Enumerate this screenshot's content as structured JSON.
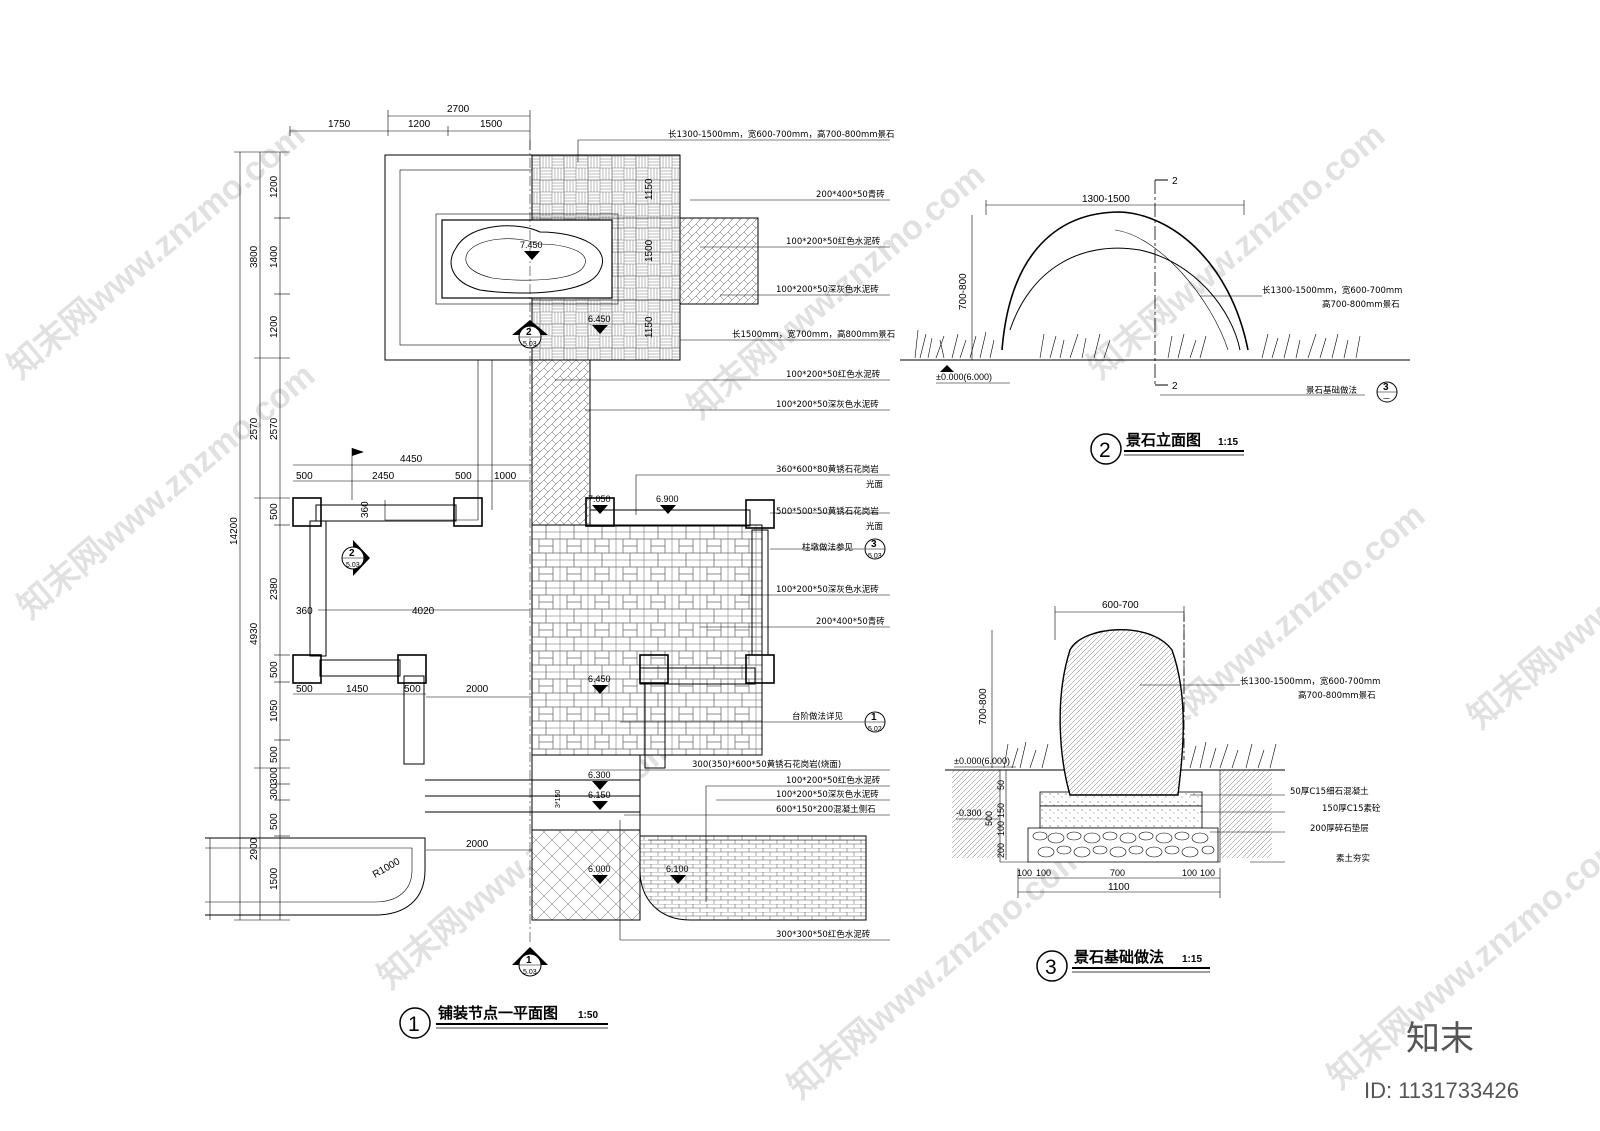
{
  "plan": {
    "dims_top": [
      "2700",
      "1750",
      "1200",
      "1500"
    ],
    "dims_left_outer": [
      "14200"
    ],
    "dims_left_mid": [
      "3800",
      "2570",
      "4930",
      "2900"
    ],
    "dims_left_inner": [
      "1200",
      "1400",
      "1200",
      "2570",
      "500",
      "2380",
      "500",
      "1050",
      "500",
      "300",
      "300",
      "500",
      "1500"
    ],
    "dims_inner": {
      "d4450": "4450",
      "d500a": "500",
      "d2450": "2450",
      "d500b": "500",
      "d1000": "1000",
      "d360a": "360",
      "d360b": "360",
      "d4020": "4020",
      "d500c": "500",
      "d1450": "1450",
      "d500d": "500",
      "d2000a": "2000",
      "d2000b": "2000",
      "d1150a": "1150",
      "d1500": "1500",
      "d1150b": "1150",
      "r1000": "R1000",
      "d3": "3*150"
    },
    "levels": [
      "7.450",
      "6.450",
      "7.050",
      "6.900",
      "6.450",
      "6.300",
      "6.150",
      "6.000",
      "6.100"
    ],
    "notes": [
      "长1300-1500mm，宽600-700mm，高700-800mm景石",
      "200*400*50青砖",
      "100*200*50红色水泥砖",
      "100*200*50深灰色水泥砖",
      "长1500mm，宽700mm，高800mm景石",
      "100*200*50红色水泥砖",
      "100*200*50深灰色水泥砖",
      "360*600*80黄锈石花岗岩",
      "光面",
      "500*500*50黄锈石花岗岩",
      "光面",
      "柱墩做法参见",
      "100*200*50深灰色水泥砖",
      "200*400*50青砖",
      "台阶做法详见",
      "300(350)*600*50黄锈石花岗岩(烧面)",
      "100*200*50红色水泥砖",
      "100*200*50深灰色水泥砖",
      "600*150*200混凝土侧石",
      "300*300*50红色水泥砖"
    ],
    "ref_tags": [
      {
        "num": "2",
        "sheet": "5.03"
      },
      {
        "num": "2",
        "sheet": "5.03"
      },
      {
        "num": "3",
        "sheet": "5.03"
      },
      {
        "num": "1",
        "sheet": "5.02"
      },
      {
        "num": "1",
        "sheet": "5.03"
      }
    ],
    "title_num": "1",
    "title": "铺装节点一平面图",
    "scale": "1:50"
  },
  "elevation": {
    "dim_width": "1300-1500",
    "dim_height": "700-800",
    "section_mark": "2",
    "level": "±0.000(6.000)",
    "note1": "长1300-1500mm，宽600-700mm",
    "note2": "高700-800mm景石",
    "ref_label": "景石基础做法",
    "ref_num": "3",
    "ref_sheet": "一",
    "title_num": "2",
    "title": "景石立面图",
    "scale": "1:15"
  },
  "foundation": {
    "dim_width": "600-700",
    "dim_height": "700-800",
    "level1": "±0.000(6.000)",
    "level2": "-0.300",
    "left_dims": [
      "50",
      "150",
      "100",
      "200"
    ],
    "left_dim_total": "500",
    "note1": "长1300-1500mm，宽600-700mm",
    "note2": "高700-800mm景石",
    "layers": [
      "50厚C15细石混凝土",
      "150厚C15素砼",
      "200厚碎石垫层",
      "素土夯实"
    ],
    "bottom_dims": [
      "100",
      "100",
      "700",
      "100",
      "100"
    ],
    "bottom_total": "1100",
    "title_num": "3",
    "title": "景石基础做法",
    "scale": "1:15"
  },
  "watermark": {
    "text": "知末网www.znzmo.com",
    "logo": "知末",
    "id": "ID: 1131733426"
  }
}
